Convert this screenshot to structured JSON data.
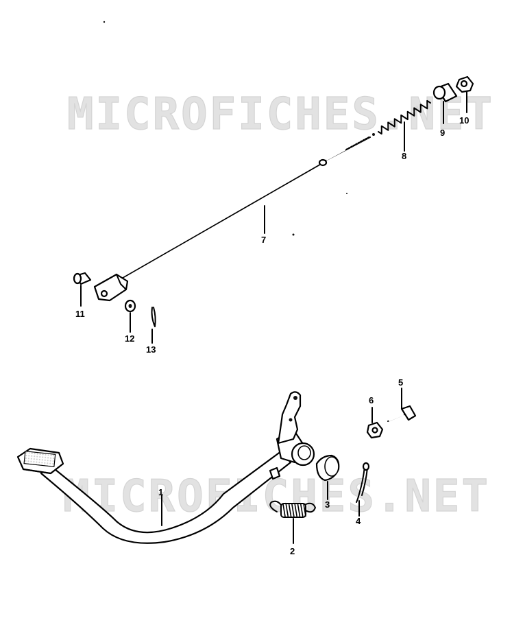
{
  "watermark": {
    "text": "MICROFICHES.NET"
  },
  "callouts": {
    "p1": "1",
    "p2": "2",
    "p3": "3",
    "p4": "4",
    "p5": "5",
    "p6": "6",
    "p7": "7",
    "p8": "8",
    "p9": "9",
    "p10": "10",
    "p11": "11",
    "p12": "12",
    "p13": "13"
  }
}
